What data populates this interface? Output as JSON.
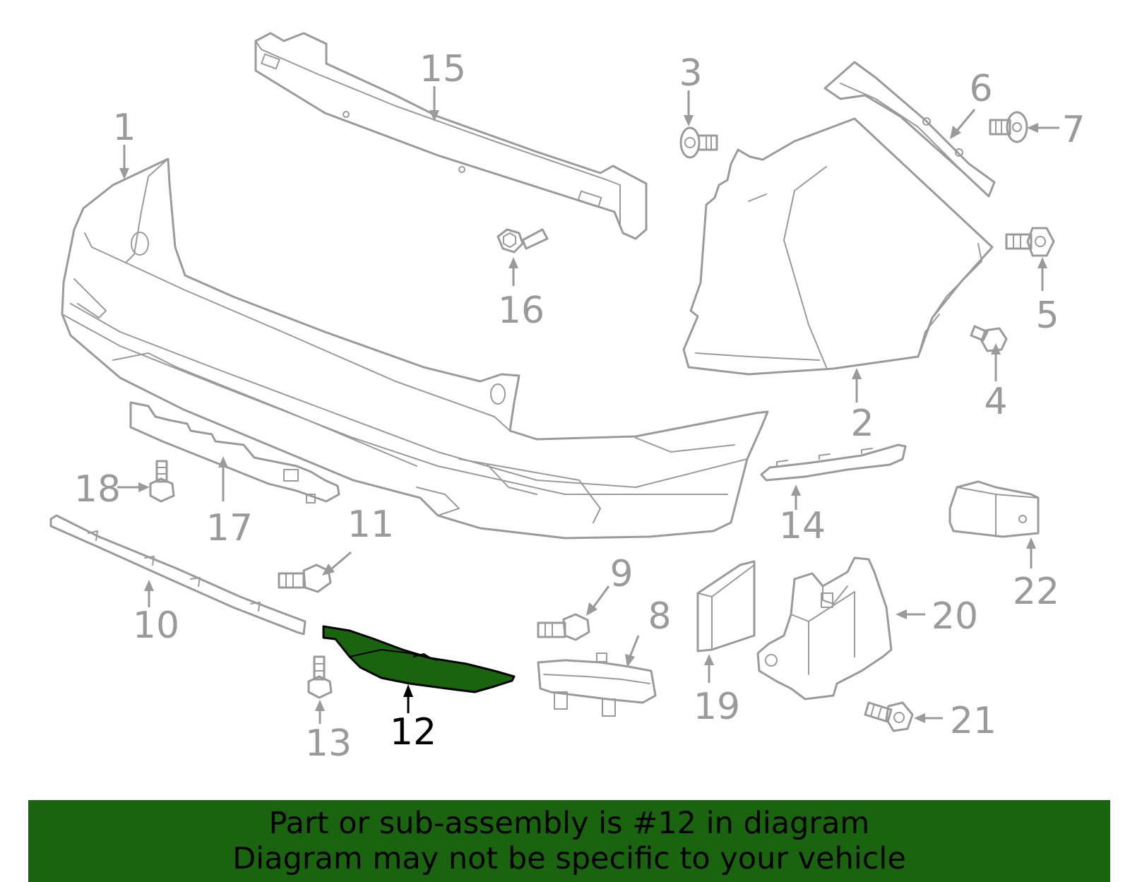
{
  "labels": {
    "p1": "1",
    "p2": "2",
    "p3": "3",
    "p4": "4",
    "p5": "5",
    "p6": "6",
    "p7": "7",
    "p8": "8",
    "p9": "9",
    "p10": "10",
    "p11": "11",
    "p12": "12",
    "p13": "13",
    "p14": "14",
    "p15": "15",
    "p16": "16",
    "p17": "17",
    "p18": "18",
    "p19": "19",
    "p20": "20",
    "p21": "21",
    "p22": "22"
  },
  "highlighted_part": "12",
  "colors": {
    "highlight": "#1a6410",
    "line": "#9a9a9a",
    "banner": "#1a6410"
  },
  "banner": {
    "line1": "Part or sub-assembly is #12 in diagram",
    "line2": "Diagram may not be specific to your vehicle"
  }
}
